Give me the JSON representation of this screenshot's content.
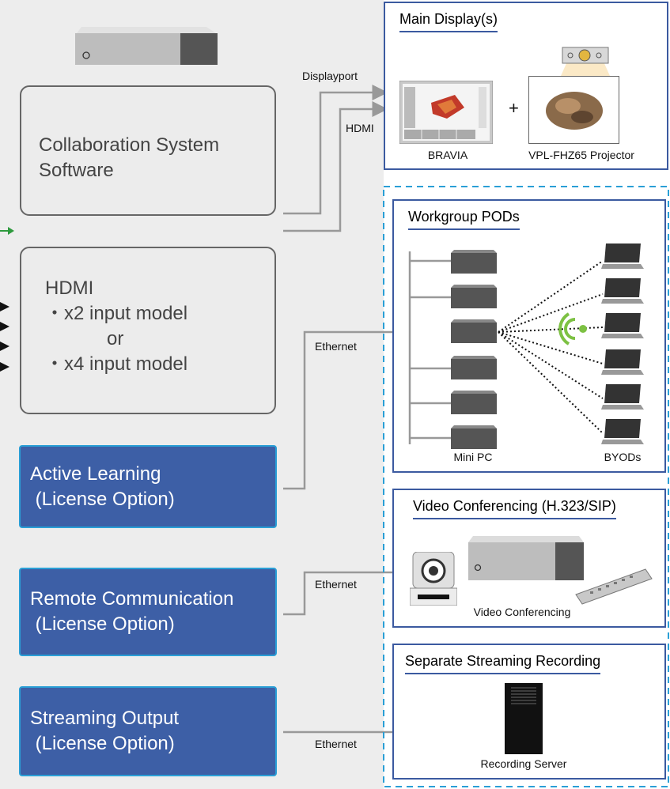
{
  "left": {
    "collab_box": {
      "line1": "Collaboration System",
      "line2": "Software"
    },
    "hdmi_box": {
      "line1": "HDMI",
      "line2": "・x2 input model",
      "line3": "or",
      "line4": "・x4 input model"
    },
    "active_learning": {
      "line1": "Active Learning",
      "line2": " (License Option)"
    },
    "remote_comm": {
      "line1": "Remote Communication",
      "line2": " (License Option)"
    },
    "streaming": {
      "line1": "Streaming Output",
      "line2": " (License Option)"
    }
  },
  "connections": {
    "displayport": "Displayport",
    "hdmi": "HDMI",
    "ethernet_pods": "Ethernet",
    "ethernet_vc": "Ethernet",
    "ethernet_stream": "Ethernet"
  },
  "main_display": {
    "title": "Main Display(s)",
    "plus": "+",
    "bravia": "BRAVIA",
    "projector": "VPL-FHZ65 Projector"
  },
  "workgroup": {
    "title": "Workgroup PODs",
    "mini_pc": "Mini PC",
    "byods": "BYODs"
  },
  "video_conf": {
    "title": "Video Conferencing (H.323/SIP)",
    "label": "Video Conferencing"
  },
  "streaming_rec": {
    "title": "Separate Streaming Recording",
    "label": "Recording Server"
  },
  "colors": {
    "blue": "#3d5fa6",
    "cyan_dash": "#2a9fd6",
    "green_arrow": "#2e9a3e",
    "wifi": "#7dc143"
  }
}
